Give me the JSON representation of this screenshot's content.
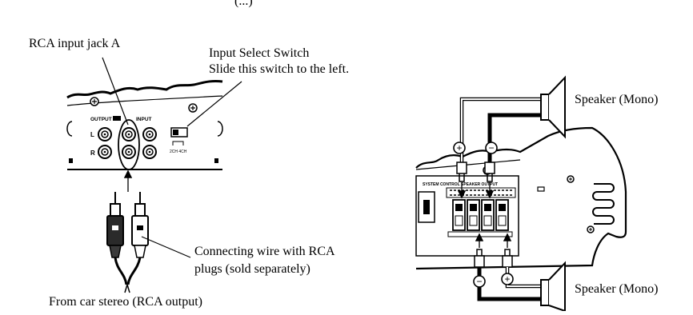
{
  "header_fragment": "(...)",
  "left_panel": {
    "labels": {
      "rca_jack": "RCA input jack A",
      "switch_title": "Input Select Switch",
      "switch_instruction": "Slide this switch to the left.",
      "wire_line1": "Connecting wire with RCA",
      "wire_line2": "plugs (sold separately)",
      "source": "From car stereo (RCA output)"
    },
    "panel_text": {
      "output": "OUTPUT",
      "input": "INPUT",
      "left": "L",
      "right": "R",
      "switch_marks": "2CH  4CH"
    }
  },
  "right_panel": {
    "labels": {
      "speaker_top": "Speaker (Mono)",
      "speaker_bottom": "Speaker (Mono)"
    },
    "panel_text": {
      "system_control": "SYSTEM CONTROL",
      "speaker_output": "SPEAKER OUTPUT"
    },
    "polarity": {
      "plus": "+",
      "minus": "−"
    }
  }
}
